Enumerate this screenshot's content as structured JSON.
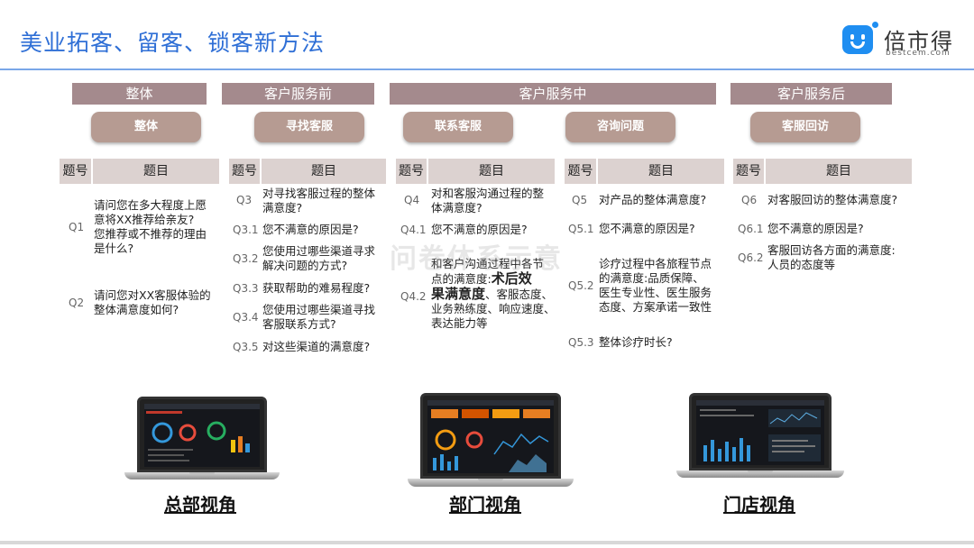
{
  "page": {
    "title": "美业拓客、留客、锁客新方法"
  },
  "logo": {
    "name": "倍市得",
    "sub": "bestcem.com"
  },
  "phases": [
    "整体",
    "客户服务前",
    "客户服务中",
    "客户服务后"
  ],
  "pills": [
    "整体",
    "寻找客服",
    "联系客服",
    "咨询问题",
    "客服回访"
  ],
  "table_header": {
    "num": "题号",
    "topic": "题目"
  },
  "columns": [
    {
      "items": [
        {
          "id": "Q1",
          "lines": [
            "请问您在多大程度上愿",
            "意将XX推荐给亲友?",
            "您推荐或不推荐的理由",
            "是什么?"
          ]
        },
        {
          "id": "Q2",
          "lines": [
            "请问您对XX客服体验的",
            "整体满意度如何?"
          ]
        }
      ]
    },
    {
      "items": [
        {
          "id": "Q3",
          "lines": [
            "对寻找客服过程的整体",
            "满意度?"
          ]
        },
        {
          "id": "Q3.1",
          "lines": [
            "您不满意的原因是?"
          ]
        },
        {
          "id": "Q3.2",
          "lines": [
            "您使用过哪些渠道寻求",
            "解决问题的方式?"
          ]
        },
        {
          "id": "Q3.3",
          "lines": [
            "获取帮助的难易程度?"
          ]
        },
        {
          "id": "Q3.4",
          "lines": [
            "您使用过哪些渠道寻找",
            "客服联系方式?"
          ]
        },
        {
          "id": "Q3.5",
          "lines": [
            "对这些渠道的满意度?"
          ]
        }
      ]
    },
    {
      "items": [
        {
          "id": "Q4",
          "lines": [
            "对和客服沟通过程的整",
            "体满意度?"
          ]
        },
        {
          "id": "Q4.1",
          "lines": [
            "您不满意的原因是?"
          ]
        },
        {
          "id": "Q4.2",
          "l1": "和客户沟通过程中各节",
          "l2a": "点的满意度:",
          "l2b": "术后效",
          "l3a": "果满意度",
          "l3b": "、客服态度、",
          "l4": "业务熟练度、响应速度、",
          "l5": "表达能力等"
        }
      ]
    },
    {
      "items": [
        {
          "id": "Q5",
          "lines": [
            "对产品的整体满意度?"
          ]
        },
        {
          "id": "Q5.1",
          "lines": [
            "您不满意的原因是?"
          ]
        },
        {
          "id": "Q5.2",
          "lines": [
            "诊疗过程中各旅程节点",
            "的满意度:品质保障、",
            "医生专业性、医生服务",
            "态度、方案承诺一致性"
          ]
        },
        {
          "id": "Q5.3",
          "lines": [
            "整体诊疗时长?"
          ]
        }
      ]
    },
    {
      "items": [
        {
          "id": "Q6",
          "lines": [
            "对客服回访的整体满意度?"
          ]
        },
        {
          "id": "Q6.1",
          "lines": [
            "您不满意的原因是?"
          ]
        },
        {
          "id": "Q6.2",
          "lines": [
            "客服回访各方面的满意度:",
            "人员的态度等"
          ]
        }
      ]
    }
  ],
  "watermark": "问卷体系示意",
  "views": [
    "总部视角",
    "部门视角",
    "门店视角"
  ],
  "colors": {
    "title": "#2f6fd6",
    "phase": "#a48a8d",
    "pill": "#b69b92",
    "header": "#dcd2d0"
  }
}
